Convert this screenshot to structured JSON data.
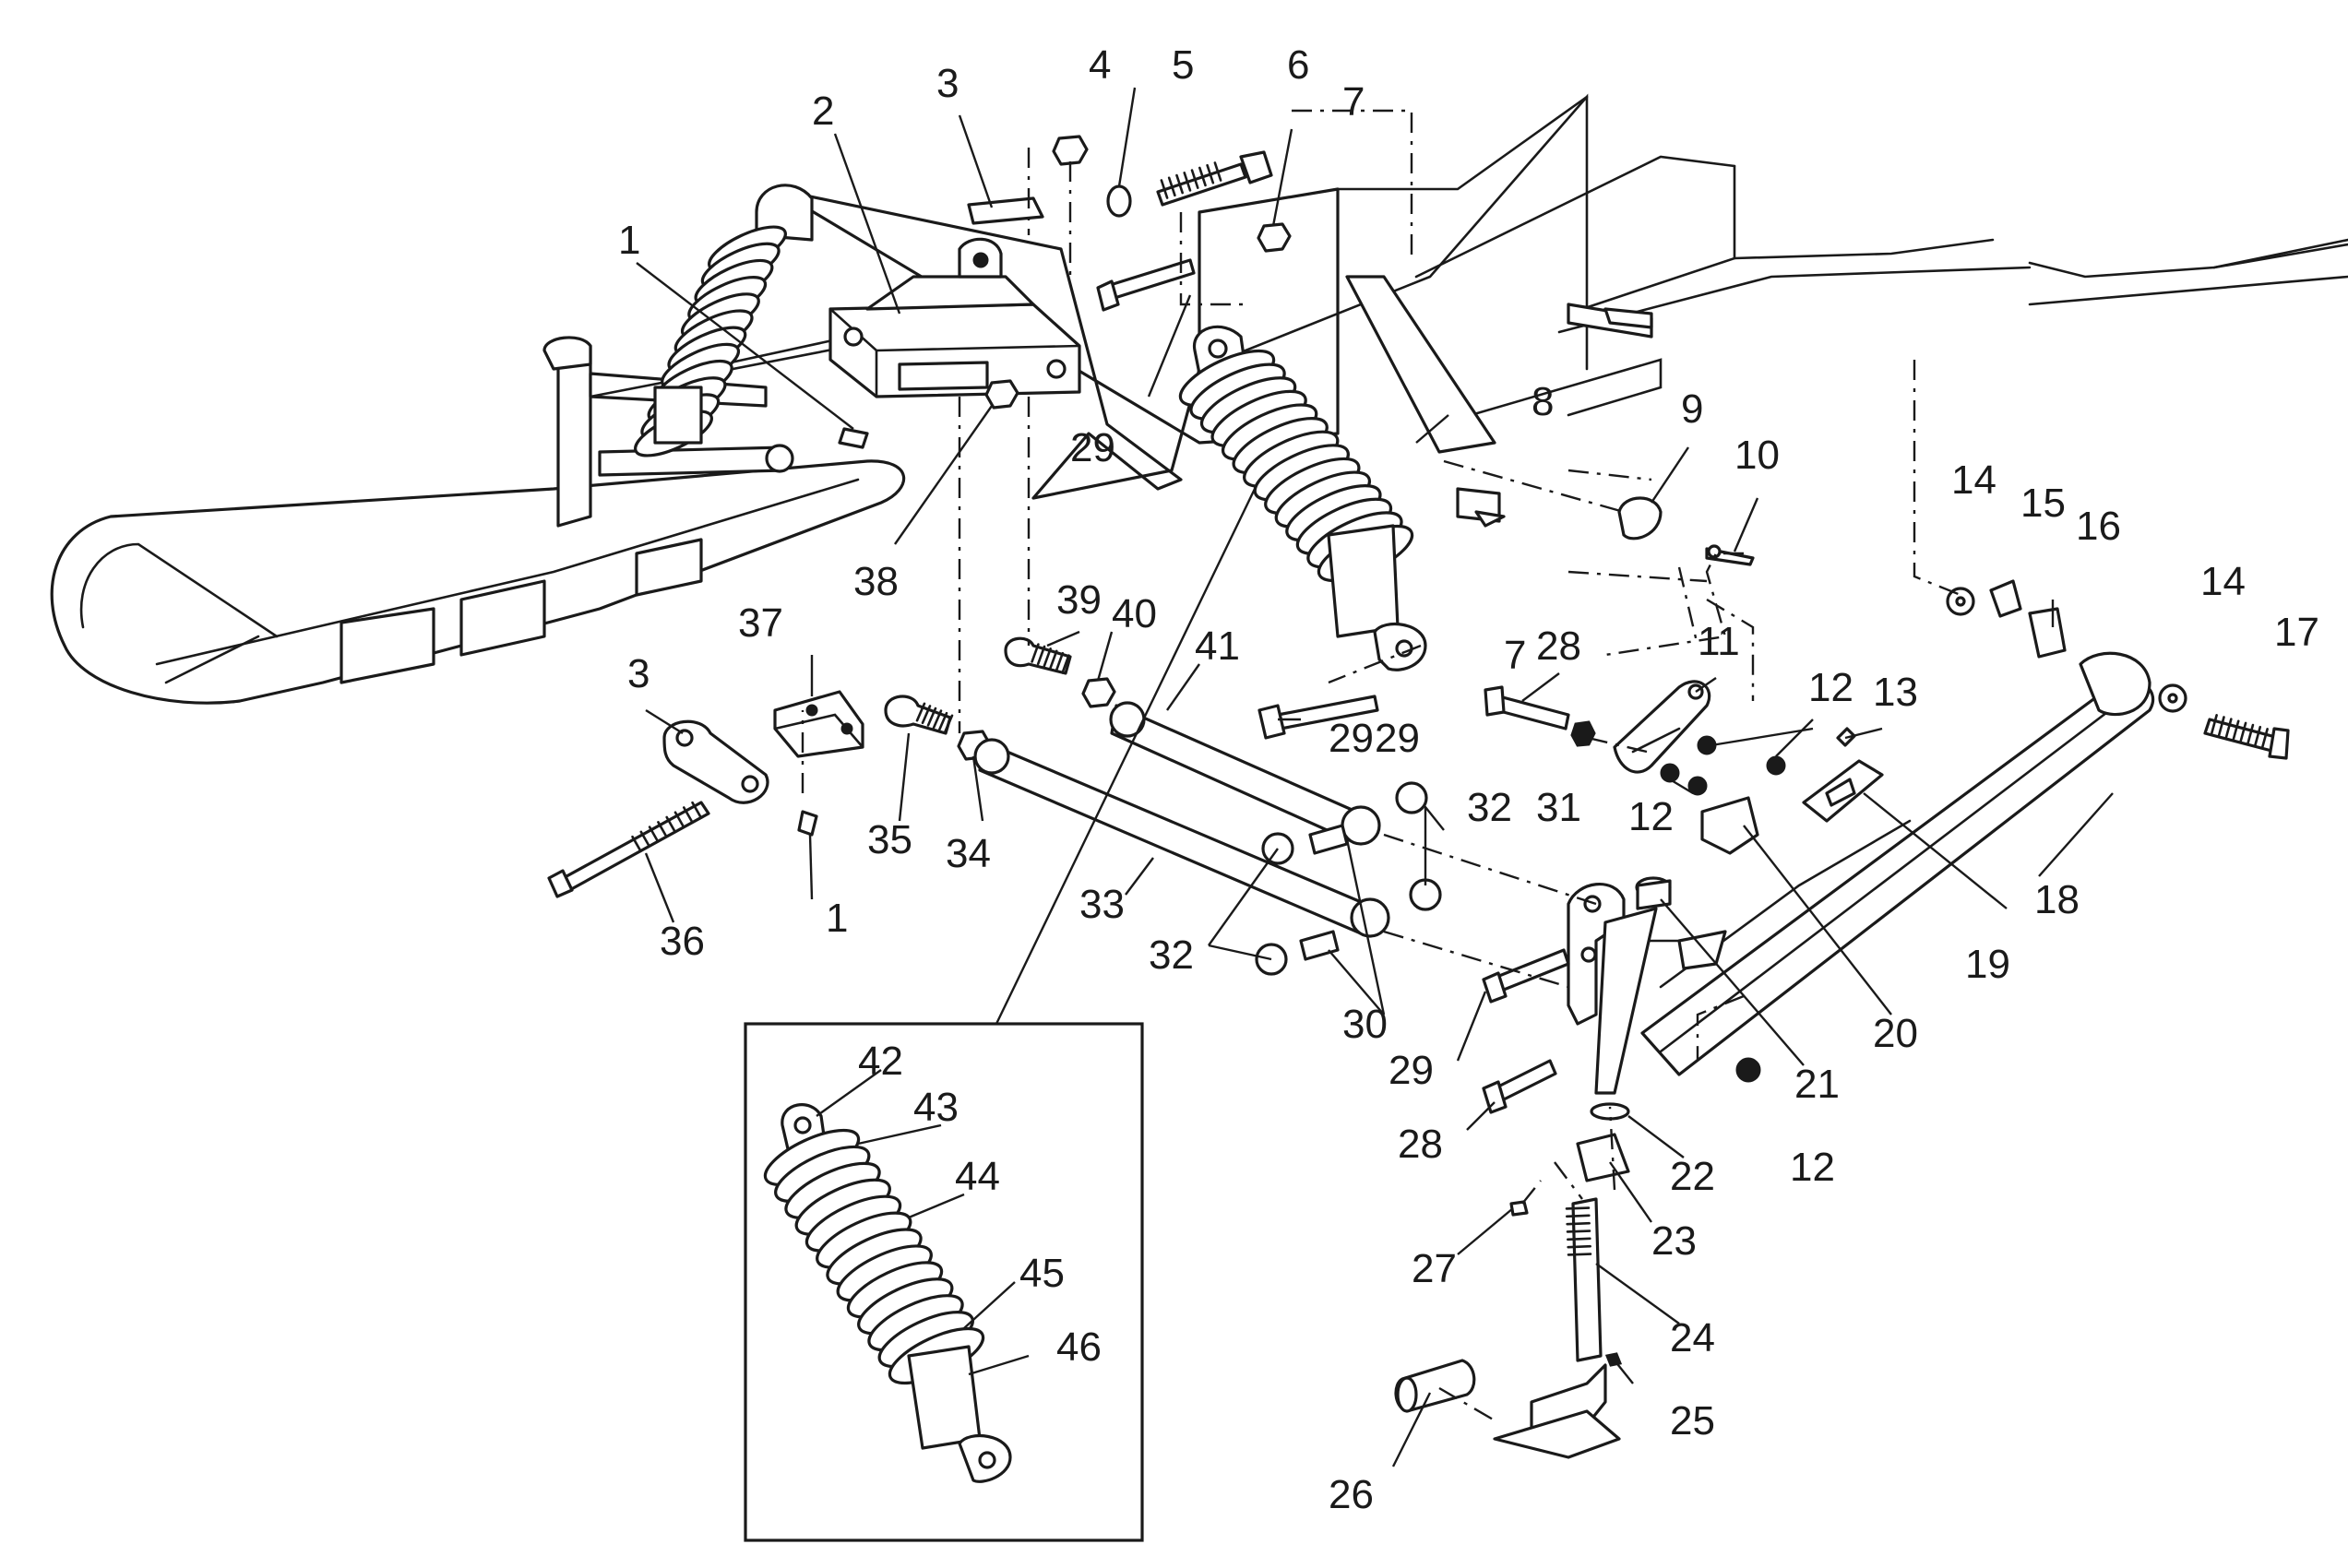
{
  "diagram": {
    "callouts": [
      "1",
      "2",
      "3",
      "4",
      "5",
      "6",
      "7",
      "8",
      "9",
      "10",
      "11",
      "12",
      "13",
      "14",
      "15",
      "16",
      "17",
      "18",
      "19",
      "20",
      "21",
      "22",
      "23",
      "24",
      "25",
      "26",
      "27",
      "28",
      "29",
      "30",
      "31",
      "32",
      "33",
      "34",
      "35",
      "36",
      "37",
      "38",
      "39",
      "40",
      "41",
      "42",
      "43",
      "44",
      "45",
      "46"
    ],
    "colors": {
      "ink": "#1a1a1a",
      "paper": "#ffffff"
    }
  }
}
